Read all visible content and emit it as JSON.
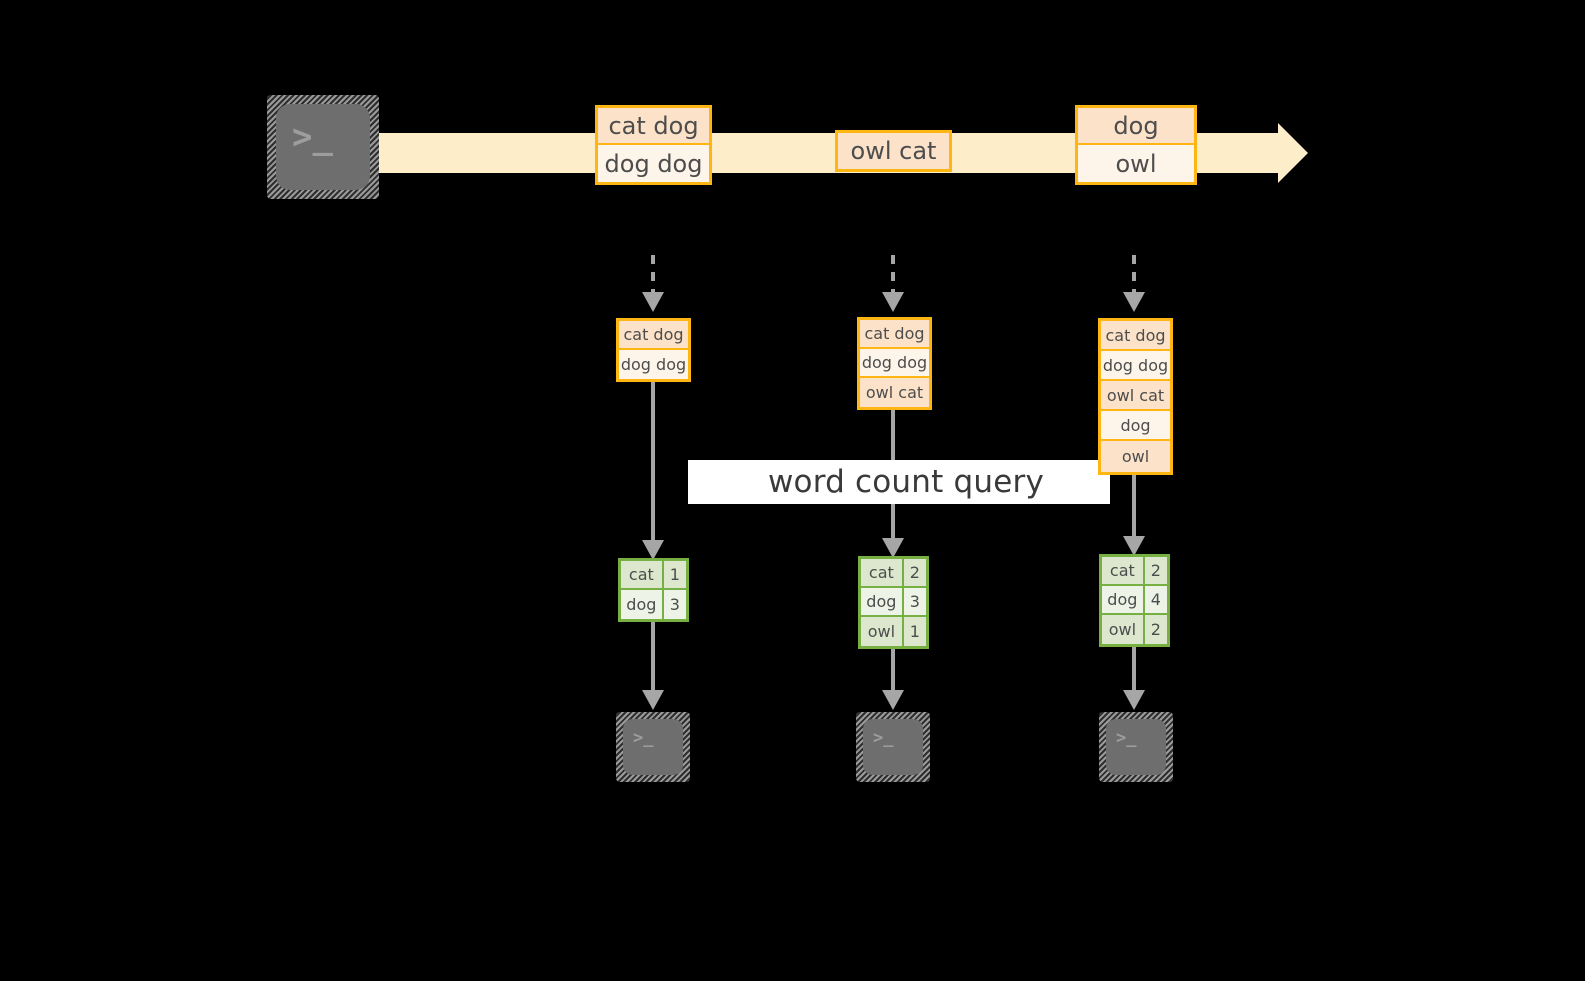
{
  "diagram": {
    "title_label": "word count query",
    "colors": {
      "background": "#000000",
      "record_border": "#ffb612",
      "record_fill_dark": "#fbe2c8",
      "record_fill_light": "#fdf4ea",
      "stream_fill": "#fdeec9",
      "table_border": "#76b043",
      "table_fill_dark": "#dce7cd",
      "table_fill_light": "#eef3e7",
      "connector": "#a6a6a6",
      "terminal_fill": "#6e6e6e",
      "label_band": "#ffffff"
    },
    "source": {
      "icon": "terminal-icon",
      "glyph": ">_"
    },
    "stream_records": [
      {
        "lines": [
          "cat dog",
          "dog dog"
        ]
      },
      {
        "lines": [
          "owl cat"
        ]
      },
      {
        "lines": [
          "dog",
          "owl"
        ]
      }
    ],
    "snapshots": [
      {
        "accumulated": [
          "cat dog",
          "dog dog"
        ],
        "result_header": null,
        "result_rows": [
          {
            "word": "cat",
            "count": "1"
          },
          {
            "word": "dog",
            "count": "3"
          }
        ],
        "sink_icon": "terminal-icon",
        "sink_glyph": ">_"
      },
      {
        "accumulated": [
          "cat dog",
          "dog dog",
          "owl cat"
        ],
        "result_header": null,
        "result_rows": [
          {
            "word": "cat",
            "count": "2"
          },
          {
            "word": "dog",
            "count": "3"
          },
          {
            "word": "owl",
            "count": "1"
          }
        ],
        "sink_icon": "terminal-icon",
        "sink_glyph": ">_"
      },
      {
        "accumulated": [
          "cat dog",
          "dog dog",
          "owl cat",
          "dog",
          "owl"
        ],
        "result_header": null,
        "result_rows": [
          {
            "word": "cat",
            "count": "2"
          },
          {
            "word": "dog",
            "count": "4"
          },
          {
            "word": "owl",
            "count": "2"
          }
        ],
        "sink_icon": "terminal-icon",
        "sink_glyph": ">_"
      }
    ]
  }
}
